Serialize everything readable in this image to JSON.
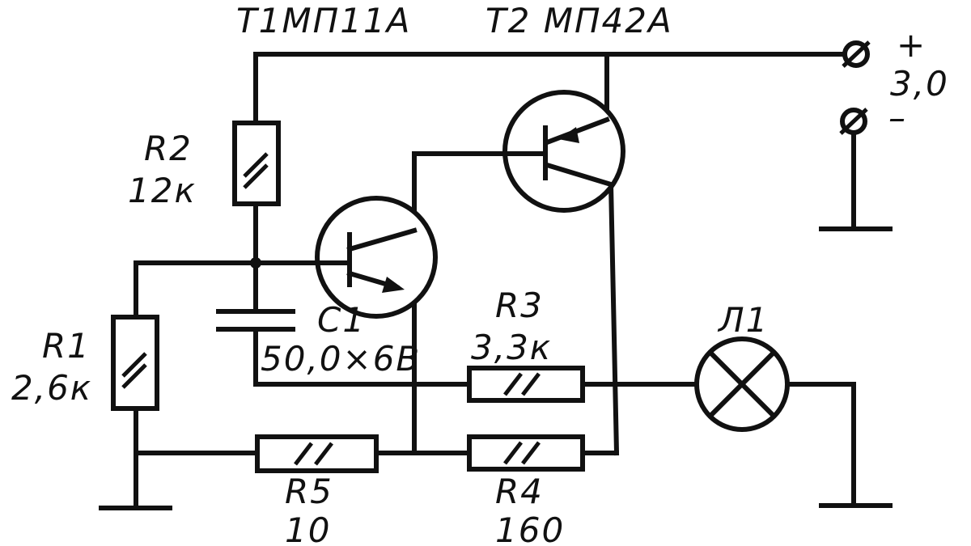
{
  "labels": {
    "t1": "T1МП11А",
    "t2": "T2 МП42А",
    "supply_plus": "+",
    "supply_minus": "–",
    "supply_voltage": "3,0",
    "r2_name": "R2",
    "r2_value": "12к",
    "r1_name": "R1",
    "r1_value": "2,6к",
    "c1_name": "C1",
    "c1_value": "50,0×6В",
    "r3_name": "R3",
    "r3_value": "3,3к",
    "l1_name": "Л1",
    "r5_name": "R5",
    "r5_value": "10",
    "r4_name": "R4",
    "r4_value": "160"
  },
  "colors": {
    "ink": "#111111",
    "paper": "#ffffff"
  }
}
